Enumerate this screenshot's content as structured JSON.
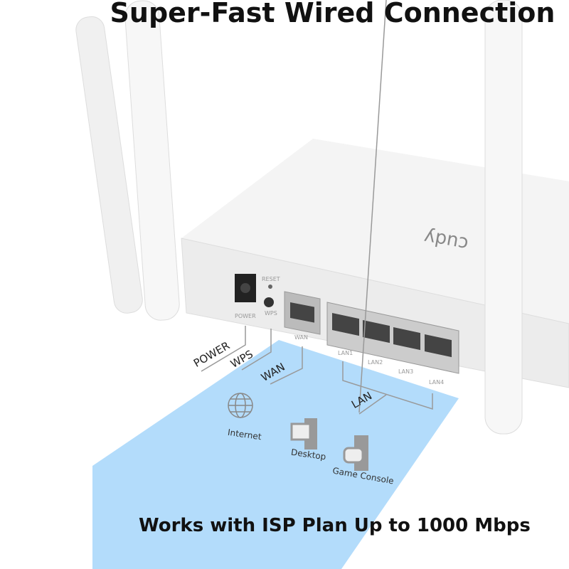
{
  "headline": "Super-Fast Wired Connection",
  "subheadline": "Works with ISP Plan Up to 1000 Mbps",
  "brand": "cudy",
  "port_printed_labels": {
    "reset": "RESET",
    "power": "POWER",
    "wps": "WPS",
    "wan": "WAN",
    "lan1": "LAN1",
    "lan2": "LAN2",
    "lan3": "LAN3",
    "lan4": "LAN4"
  },
  "callouts": {
    "power": "POWER",
    "wps": "WPS",
    "wan": "WAN",
    "lan": "LAN"
  },
  "devices": [
    {
      "label": "Internet",
      "icon": "globe-icon"
    },
    {
      "label": "Desktop",
      "icon": "desktop-icon"
    },
    {
      "label": "Game Console",
      "icon": "game-console-icon"
    }
  ],
  "colors": {
    "beam": "#b3dcfb",
    "router": "#f2f2f2"
  }
}
